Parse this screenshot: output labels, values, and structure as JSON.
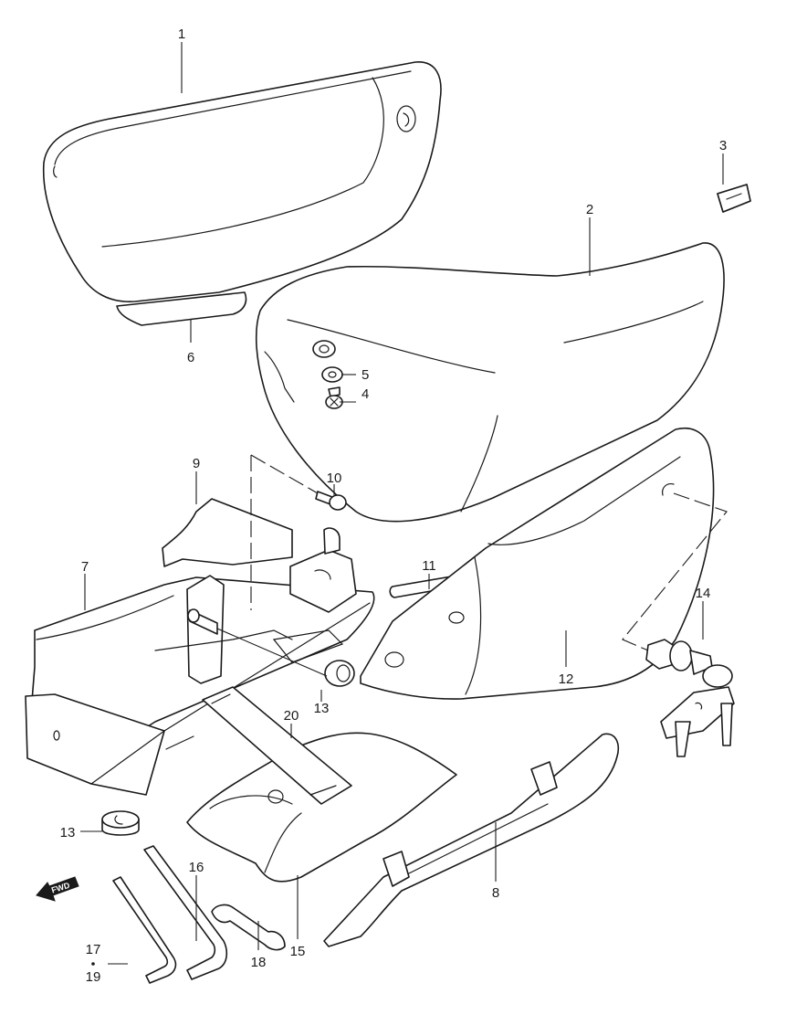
{
  "callouts": {
    "c1": "1",
    "c2": "2",
    "c3": "3",
    "c4": "4",
    "c5": "5",
    "c6": "6",
    "c7": "7",
    "c8": "8",
    "c9": "9",
    "c10": "10",
    "c11": "11",
    "c12": "12",
    "c13a": "13",
    "c13b": "13",
    "c14": "14",
    "c15": "15",
    "c16": "16",
    "c17": "17",
    "c18": "18",
    "c19": "19",
    "c20": "20"
  },
  "fwd_arrow": {
    "label": "FWD"
  }
}
